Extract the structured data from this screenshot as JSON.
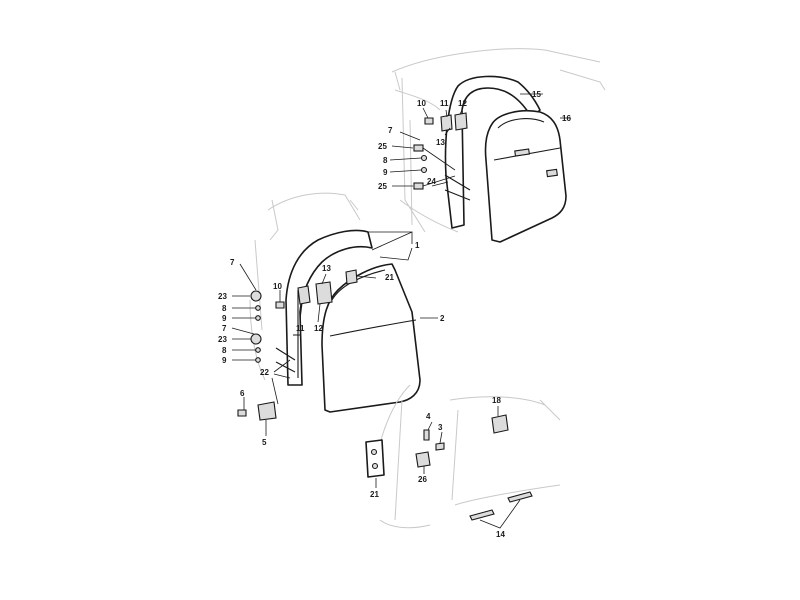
{
  "diagram": {
    "callouts": {
      "c1": "1",
      "c2": "2",
      "c3": "3",
      "c4": "4",
      "c5": "5",
      "c6": "6",
      "c7a": "7",
      "c7b": "7",
      "c7c": "7",
      "c8a": "8",
      "c8b": "8",
      "c8c": "8",
      "c9a": "9",
      "c9b": "9",
      "c9c": "9",
      "c10a": "10",
      "c10b": "10",
      "c11a": "11",
      "c11b": "11",
      "c12a": "12",
      "c12b": "12",
      "c13a": "13",
      "c13b": "13",
      "c14": "14",
      "c15": "15",
      "c16": "16",
      "c18": "18",
      "c21a": "21",
      "c21b": "21",
      "c22": "22",
      "c23a": "23",
      "c23b": "23",
      "c24": "24",
      "c25a": "25",
      "c25b": "25",
      "c26": "26"
    }
  }
}
